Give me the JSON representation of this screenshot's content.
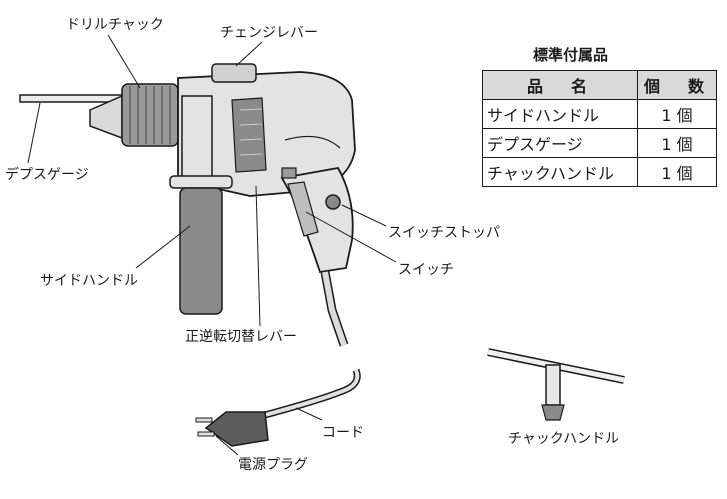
{
  "labels": {
    "drill_chuck": "ドリルチャック",
    "change_lever": "チェンジレバー",
    "depth_gauge": "デプスゲージ",
    "side_handle": "サイドハンドル",
    "switch_stopper": "スイッチストッパ",
    "switch": "スイッチ",
    "reverse_lever": "正逆転切替レバー",
    "cord": "コード",
    "power_plug": "電源プラグ",
    "chuck_handle": "チャックハンドル"
  },
  "accessories": {
    "title": "標準付属品",
    "headers": [
      "品　名",
      "個　数"
    ],
    "rows": [
      {
        "name": "サイドハンドル",
        "qty": "1 個"
      },
      {
        "name": "デプスゲージ",
        "qty": "1 個"
      },
      {
        "name": "チャックハンドル",
        "qty": "1 個"
      }
    ]
  },
  "colors": {
    "line": "#1a1a1a",
    "body": "#e3e3e3",
    "dark": "#8a8a8a",
    "header_fill": "#d9d9d9"
  }
}
